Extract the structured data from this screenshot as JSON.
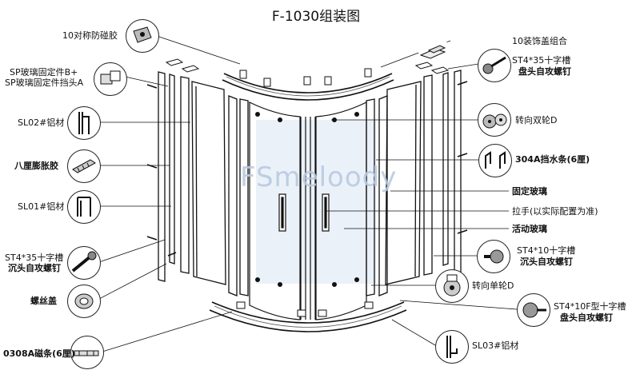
{
  "title": "F-1030组装图",
  "watermark": "FSmeloody",
  "left_labels": {
    "l1": "10对称防碰胶",
    "l2a": "SP玻璃固定件B+",
    "l2b": "SP玻璃固定件挡头A",
    "l3": "SL02#铝材",
    "l4": "八厘膨胀胶",
    "l5": "SL01#铝材",
    "l6a": "ST4*35十字槽",
    "l6b": "沉头自攻螺钉",
    "l7": "螺丝盖",
    "l8": "0308A磁条(6厘)"
  },
  "right_labels": {
    "r1": "10装饰盖组合",
    "r2a": "ST4*35十字槽",
    "r2b": "盘头自攻螺钉",
    "r3": "转向双轮D",
    "r4": "304A挡水条(6厘)",
    "r5": "固定玻璃",
    "r6": "拉手(以实际配置为准)",
    "r7": "活动玻璃",
    "r8a": "ST4*10十字槽",
    "r8b": "沉头自攻螺钉",
    "r9": "转向单轮D",
    "r10a": "ST4*10F型十字槽",
    "r10b": "盘头自攻螺钉",
    "r11": "SL03#铝材"
  },
  "icons": {
    "l1": "bumper-block-icon",
    "l2": "glass-clip-icon",
    "l3": "aluminum-profile-icon",
    "l4": "expansion-plug-icon",
    "l5": "aluminum-channel-icon",
    "l6": "screw-icon",
    "l7": "screw-cap-icon",
    "l8": "magnetic-strip-icon",
    "r1": "decor-cap-icon",
    "r2": "pan-head-screw-icon",
    "r3": "double-roller-icon",
    "r4": "water-strip-icon",
    "r8": "short-screw-icon",
    "r9": "single-roller-icon",
    "r10": "f-type-screw-icon",
    "r11": "aluminum-profile-icon"
  },
  "colors": {
    "line": "#111111",
    "watermark": "#b9cbe2"
  }
}
